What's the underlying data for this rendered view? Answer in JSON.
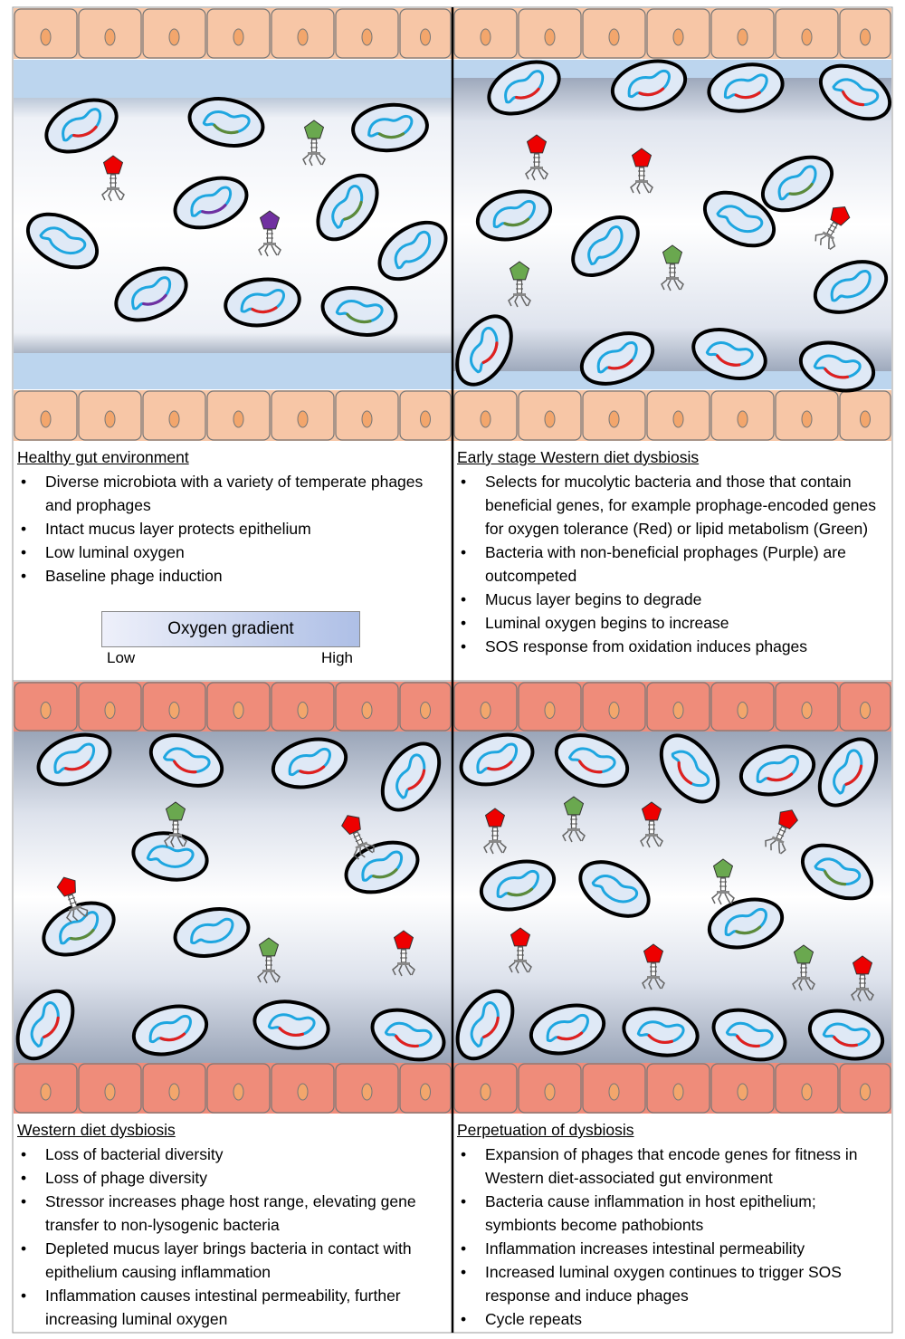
{
  "colors": {
    "cell_healthy": "#f7c6a6",
    "cell_inflamed": "#ef8c7a",
    "nucleus": "#f3a66c",
    "mucus": "#bcd5ee",
    "genome_blue": "#1ea6e0",
    "gene_red": "#e0201f",
    "gene_green": "#5c8a3a",
    "gene_purple": "#7030a0",
    "phage_red": "#ee0000",
    "phage_green": "#6aa84f",
    "phage_purple": "#7030a0"
  },
  "panels": {
    "healthy": {
      "heading": "Healthy gut environment",
      "bullets": [
        "Diverse microbiota with a variety of temperate phages and prophages",
        "Intact mucus layer protects epithelium",
        "Low luminal oxygen",
        "Baseline phage induction"
      ]
    },
    "early": {
      "heading": "Early stage Western diet dysbiosis",
      "bullets": [
        "Selects for mucolytic bacteria and those that contain beneficial genes, for example prophage-encoded genes for oxygen tolerance (Red) or lipid metabolism (Green)",
        "Bacteria with non-beneficial prophages (Purple) are outcompeted",
        "Mucus layer begins to degrade",
        "Luminal oxygen begins to increase",
        "SOS response from oxidation induces phages"
      ]
    },
    "western": {
      "heading": "Western diet dysbiosis",
      "bullets": [
        "Loss of bacterial diversity",
        "Loss of phage diversity",
        "Stressor increases phage host range, elevating gene transfer to non-lysogenic bacteria",
        "Depleted mucus layer brings bacteria in contact with epithelium causing inflammation",
        "Inflammation causes intestinal permeability, further increasing luminal oxygen"
      ]
    },
    "perpetuation": {
      "heading": "Perpetuation of dysbiosis",
      "bullets": [
        "Expansion of phages that encode genes for fitness in Western diet-associated gut environment",
        "Bacteria cause inflammation in host epithelium; symbionts become pathobionts",
        "Inflammation increases intestinal permeability",
        "Increased luminal oxygen continues to trigger SOS response and induce phages",
        "Cycle repeats"
      ]
    }
  },
  "legend": {
    "title": "Oxygen gradient",
    "low": "Low",
    "high": "High"
  },
  "scenes": {
    "healthy": {
      "bacteria": [
        [
          "red",
          0
        ],
        [
          "green",
          0
        ],
        [
          "green",
          0
        ],
        [
          "purple",
          0
        ],
        [
          "none",
          0
        ],
        [
          "green",
          0
        ],
        [
          "none",
          0
        ],
        [
          "purple",
          0
        ],
        [
          "red",
          0
        ],
        [
          "green",
          0
        ],
        [
          "red",
          0
        ]
      ],
      "phages": [
        "red",
        "green",
        "purple"
      ]
    },
    "early": {
      "bacteria": [
        [
          "red",
          0
        ],
        [
          "red",
          0
        ],
        [
          "red",
          0
        ],
        [
          "red",
          0
        ],
        [
          "green",
          0
        ],
        [
          "green",
          0
        ],
        [
          "none",
          0
        ],
        [
          "none",
          0
        ],
        [
          "none",
          0
        ],
        [
          "red",
          0
        ],
        [
          "red",
          0
        ],
        [
          "red",
          0
        ],
        [
          "red",
          0
        ]
      ],
      "phages": [
        "red",
        "red",
        "red",
        "green",
        "green"
      ]
    },
    "western": {
      "bacteria": [
        [
          "red",
          0
        ],
        [
          "red",
          0
        ],
        [
          "red",
          0
        ],
        [
          "red",
          0
        ],
        [
          "none",
          0
        ],
        [
          "green",
          0
        ],
        [
          "none",
          0
        ],
        [
          "green",
          0
        ],
        [
          "red",
          0
        ],
        [
          "red",
          0
        ],
        [
          "red",
          0
        ],
        [
          "red",
          0
        ]
      ],
      "phages": [
        "green",
        "red",
        "red",
        "green",
        "red"
      ]
    },
    "perpetuation": {
      "bacteria": [
        [
          "red",
          0
        ],
        [
          "red",
          0
        ],
        [
          "red",
          0
        ],
        [
          "red",
          0
        ],
        [
          "red",
          0
        ],
        [
          "green",
          0
        ],
        [
          "none",
          0
        ],
        [
          "green",
          0
        ],
        [
          "green",
          0
        ],
        [
          "red",
          0
        ],
        [
          "red",
          0
        ],
        [
          "red",
          0
        ],
        [
          "red",
          0
        ],
        [
          "red",
          0
        ]
      ],
      "phages": [
        "red",
        "green",
        "red",
        "red",
        "green",
        "red",
        "red",
        "green",
        "red"
      ]
    }
  }
}
